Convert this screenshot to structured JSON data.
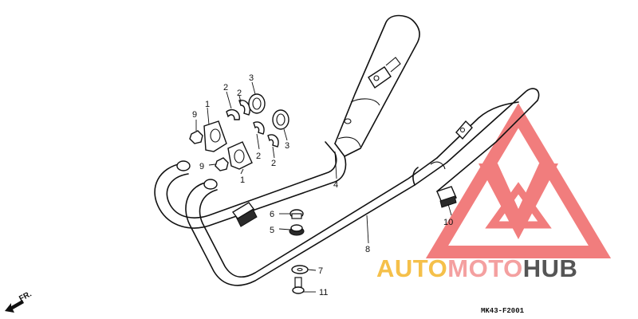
{
  "callouts": {
    "c1a": "1",
    "c1b": "1",
    "c2a": "2",
    "c2b": "2",
    "c2c": "2",
    "c2d": "2",
    "c3a": "3",
    "c3b": "3",
    "c4": "4",
    "c5": "5",
    "c6": "6",
    "c7": "7",
    "c8": "8",
    "c9a": "9",
    "c9b": "9",
    "c10": "10",
    "c11": "11"
  },
  "diagram_code": "MK43-F2001",
  "direction_label": "FR.",
  "watermark": {
    "part1": "AUTO",
    "part2": "MOTO",
    "part3": "HUB",
    "colors": {
      "triangle": "#f07070",
      "auto": "#f5c04a",
      "moto": "#f4a0a0",
      "hub": "#555555"
    }
  }
}
